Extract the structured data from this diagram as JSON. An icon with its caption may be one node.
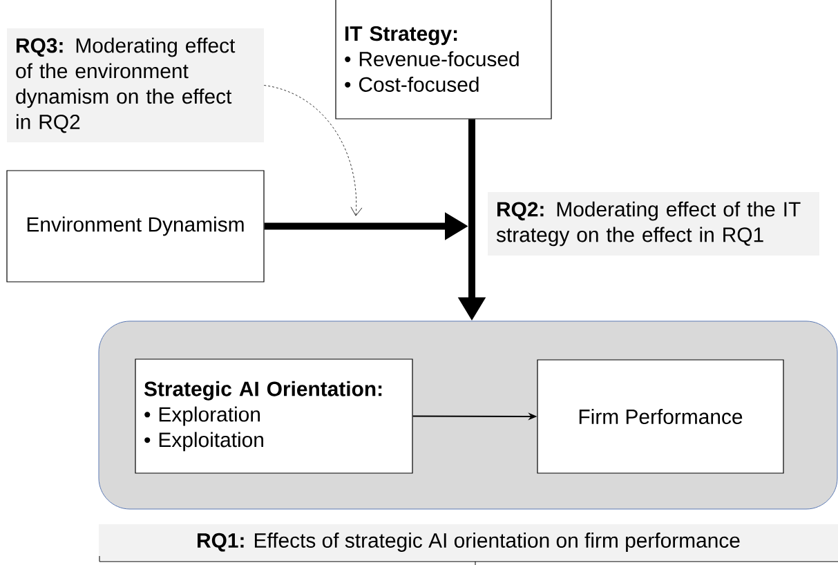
{
  "diagram": {
    "nodes": [
      {
        "text": [
          "IT Strategy:",
          "• Revenue-focused",
          "• Cost-focused"
        ]
      },
      {
        "text": [
          "**RQ3:** Moderating effect of the environment dynamism on the effect in RQ2"
        ]
      },
      {
        "text": [
          "Environment Dynamism"
        ]
      },
      {
        "text": [
          "**RQ2:** Moderating effect of the IT strategy on the effect in RQ1"
        ]
      },
      {
        "text": [],
        "shape": "box"
      },
      {
        "text": [
          "Strategic AI Orientation:",
          "• Exploration",
          "• Exploitation"
        ],
        "in": 4
      },
      {
        "text": [
          "Firm Performance"
        ],
        "in": 4
      },
      {
        "text": [
          "**RQ1:** Effects of strategic AI orientation on firm performance"
        ]
      }
    ],
    "edges": [
      {
        "from": 0,
        "to": 4,
        "arrow": "to",
        "style": "thick"
      },
      {
        "from": 2,
        "to": null,
        "arrow": "to",
        "style": "thick"
      },
      {
        "from": 1,
        "to": null,
        "arrow": "to",
        "style": "dashed"
      },
      {
        "from": 5,
        "to": 6,
        "arrow": "to"
      }
    ]
  }
}
